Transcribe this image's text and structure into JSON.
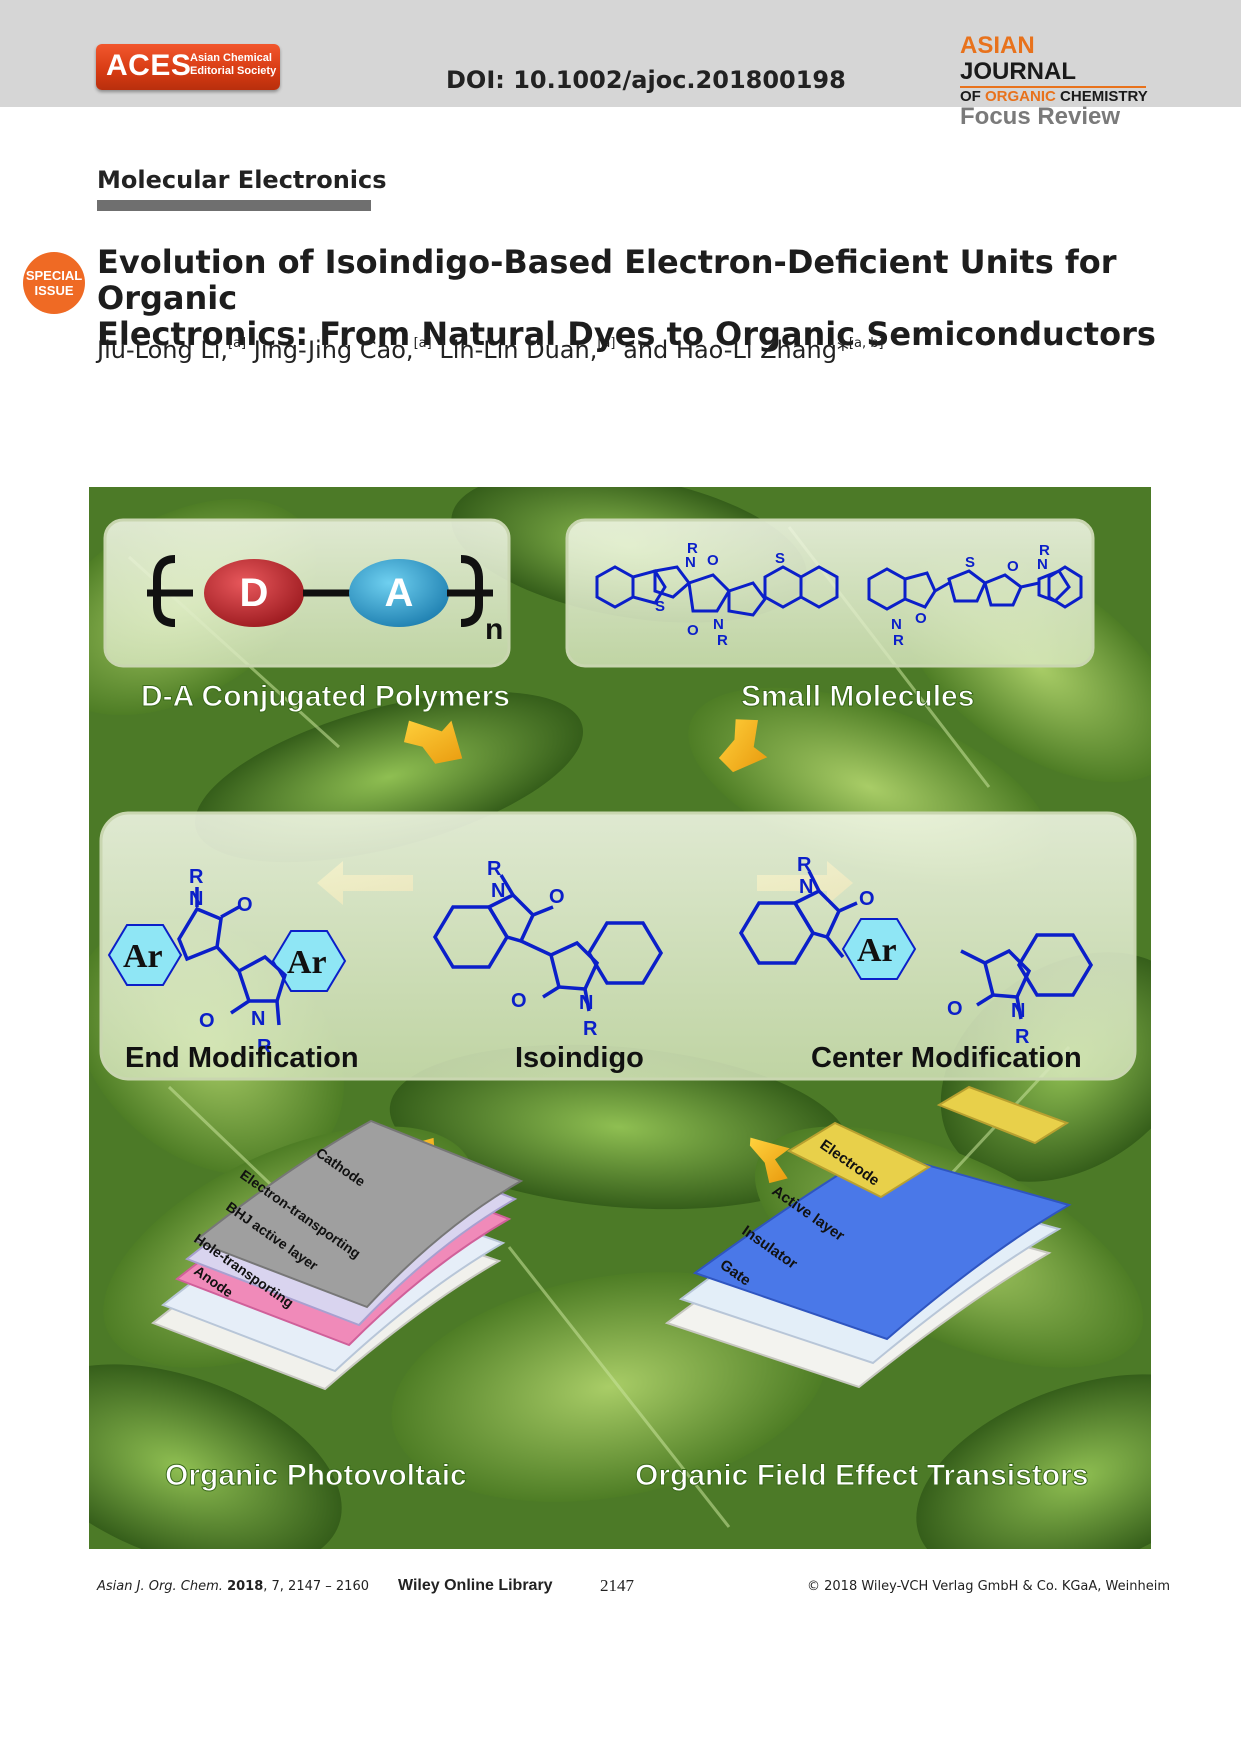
{
  "header": {
    "aces_logo_word": "ACES",
    "aces_logo_sub_line1": "Asian Chemical",
    "aces_logo_sub_line2": "Editorial Society",
    "doi": "DOI: 10.1002/ajoc.201800198",
    "journal_word1": "ASIAN",
    "journal_word2": "JOURNAL",
    "journal_line2_of": "OF",
    "journal_line2_organic": "ORGANIC",
    "journal_line2_chem": "CHEMISTRY",
    "article_type": "Focus Review"
  },
  "section": {
    "label": "Molecular Electronics"
  },
  "badge": {
    "line1": "SPECIAL",
    "line2": "ISSUE"
  },
  "article": {
    "title_line1": "Evolution of Isoindigo-Based Electron-Deficient Units for Organic",
    "title_line2": "Electronics: From Natural Dyes to Organic Semiconductors",
    "authors": [
      {
        "name": "Jiu-Long Li,",
        "aff": "[a]"
      },
      {
        "name": "Jing-Jing Cao,",
        "aff": "[a]"
      },
      {
        "name": "Lin-Lin Duan,",
        "aff": "[a]"
      },
      {
        "name": "and Hao-Li Zhang*",
        "aff": "[a, b]"
      }
    ]
  },
  "figure": {
    "donor": "D",
    "acceptor": "A",
    "subscript_n": "n",
    "label_polymers": "D-A Conjugated Polymers",
    "label_small": "Small Molecules",
    "label_end": "End Modification",
    "label_isoindigo": "Isoindigo",
    "label_center": "Center Modification",
    "label_opv": "Organic Photovoltaic",
    "label_ofet": "Organic Field Effect Transistors",
    "ar": "Ar",
    "atom_R": "R",
    "atom_N": "N",
    "atom_O": "O",
    "atom_S": "S",
    "opv_layers": [
      "Cathode",
      "Electron-transporting",
      "BHJ active layer",
      "Hole-transporting",
      "Anode"
    ],
    "ofet_layers": [
      "Electrode",
      "Active layer",
      "Insulator",
      "Gate"
    ],
    "colors": {
      "leaf_green": "#5f8f33",
      "molecule_blue": "#0b1fc9",
      "donor_red": "#c1272d",
      "acceptor_blue": "#2a9fd0",
      "arrow_orange": "#f1b21c",
      "ar_hexagon": "#8fe6f5",
      "ofet_blue": "#4a78e8",
      "ofet_gold": "#e8d04a"
    }
  },
  "footer": {
    "journal_abbr": "Asian J. Org. Chem.",
    "year": "2018",
    "volume_pages": ", 7, 2147 – 2160",
    "library": "Wiley Online Library",
    "page_number": "2147",
    "copyright": "© 2018 Wiley-VCH Verlag GmbH & Co. KGaA, Weinheim"
  }
}
